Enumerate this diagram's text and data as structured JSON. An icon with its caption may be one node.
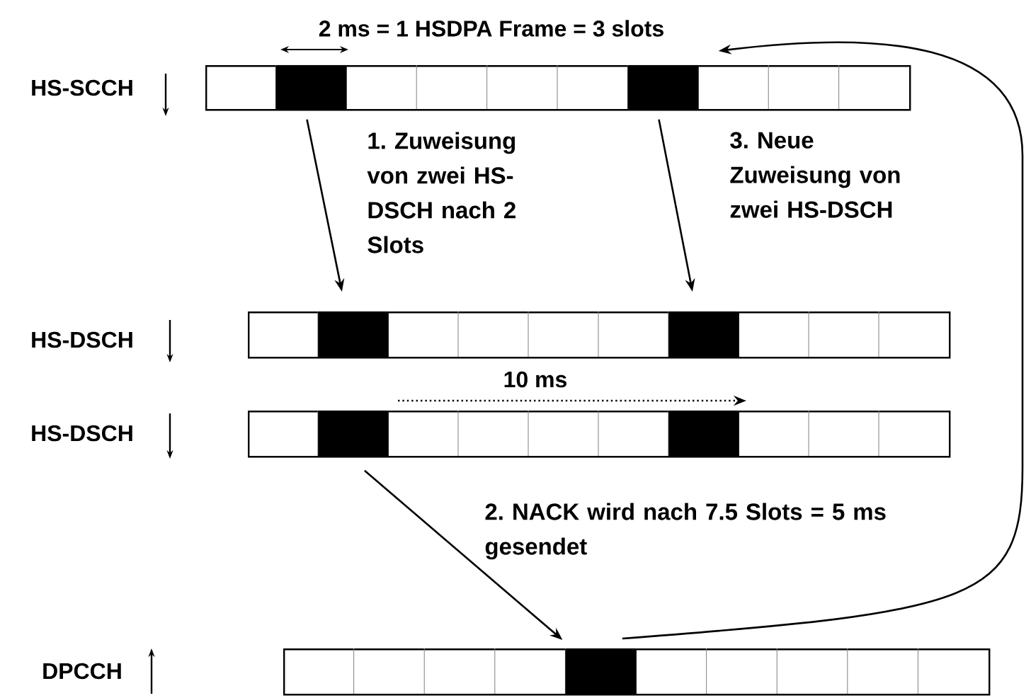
{
  "diagram": {
    "nodes": [
      {
        "text": [],
        "shape": "bar"
      },
      {
        "text": [],
        "shape": "box",
        "in": 0
      },
      {
        "text": [],
        "shape": "box",
        "in": 0
      },
      {
        "text": [],
        "shape": "bar"
      },
      {
        "text": [],
        "shape": "box",
        "in": 3
      },
      {
        "text": [],
        "shape": "box",
        "in": 3
      },
      {
        "text": [],
        "shape": "bar"
      },
      {
        "text": [],
        "shape": "box",
        "in": 6
      },
      {
        "text": [],
        "shape": "box",
        "in": 6
      },
      {
        "text": [],
        "shape": "bar"
      },
      {
        "text": [],
        "shape": "box",
        "in": 9
      }
    ],
    "edges": [
      {
        "from": 1,
        "to": 4,
        "arrow": "to",
        "label": "1. Zuweisung von zwei HS-DSCH nach 2 Slots"
      },
      {
        "from": 2,
        "to": 5,
        "arrow": "to",
        "label": "3. Neue Zuweisung von zwei HS-DSCH"
      },
      {
        "from": 7,
        "to": 10,
        "arrow": "to",
        "label": "2. NACK wird nach 7.5 Slots = 5 ms gesendet"
      },
      {
        "from": 10,
        "to": 2,
        "arrow": "to"
      }
    ],
    "labels": [
      "2 ms = 1 HSDPA Frame = 3 slots",
      "HS-SCCH",
      "HS-DSCH",
      "10 ms",
      "HS-DSCH",
      "DPCCH"
    ]
  }
}
